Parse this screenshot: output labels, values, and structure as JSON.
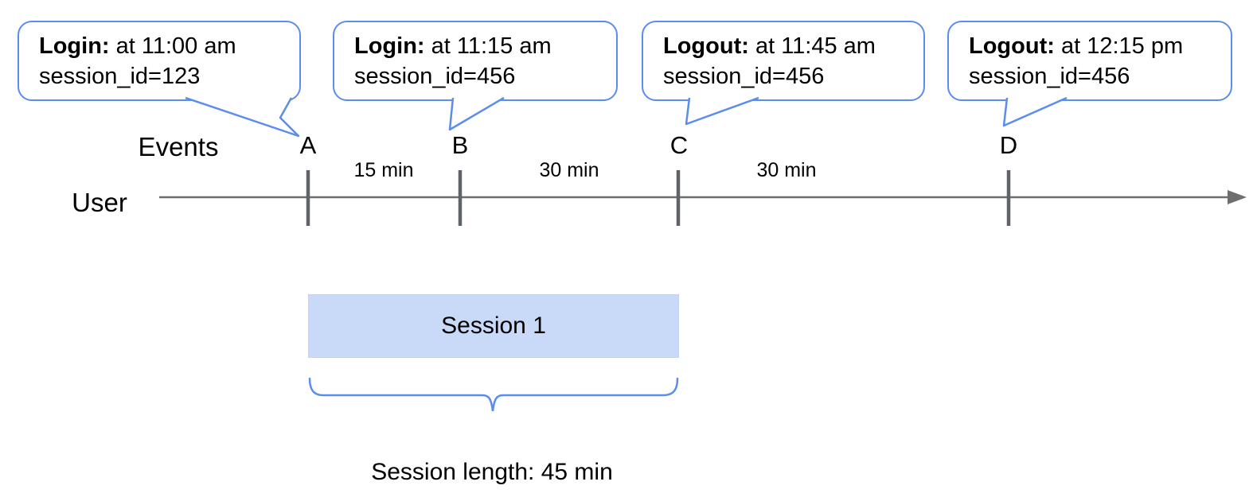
{
  "callouts": [
    {
      "event": "Login:",
      "time": " at 11:00 am",
      "session": "session_id=123"
    },
    {
      "event": "Login:",
      "time": " at 11:15 am",
      "session": "session_id=456"
    },
    {
      "event": "Logout:",
      "time": " at 11:45 am",
      "session": "session_id=456"
    },
    {
      "event": "Logout:",
      "time": " at 12:15 pm",
      "session": "session_id=456"
    }
  ],
  "timeline": {
    "axis_label": "Events",
    "actor_label": "User",
    "events": [
      {
        "label": "A"
      },
      {
        "label": "B"
      },
      {
        "label": "C"
      },
      {
        "label": "D"
      }
    ],
    "intervals": [
      {
        "label": "15 min"
      },
      {
        "label": "30 min"
      },
      {
        "label": "30 min"
      }
    ]
  },
  "session": {
    "box_label": "Session 1",
    "length_label": "Session length: 45 min"
  },
  "colors": {
    "accent_blue": "#5b8def",
    "session_fill": "#c9daf8",
    "line_gray": "#6e6e6e",
    "tick_gray": "#5f6368",
    "text": "#000000"
  }
}
